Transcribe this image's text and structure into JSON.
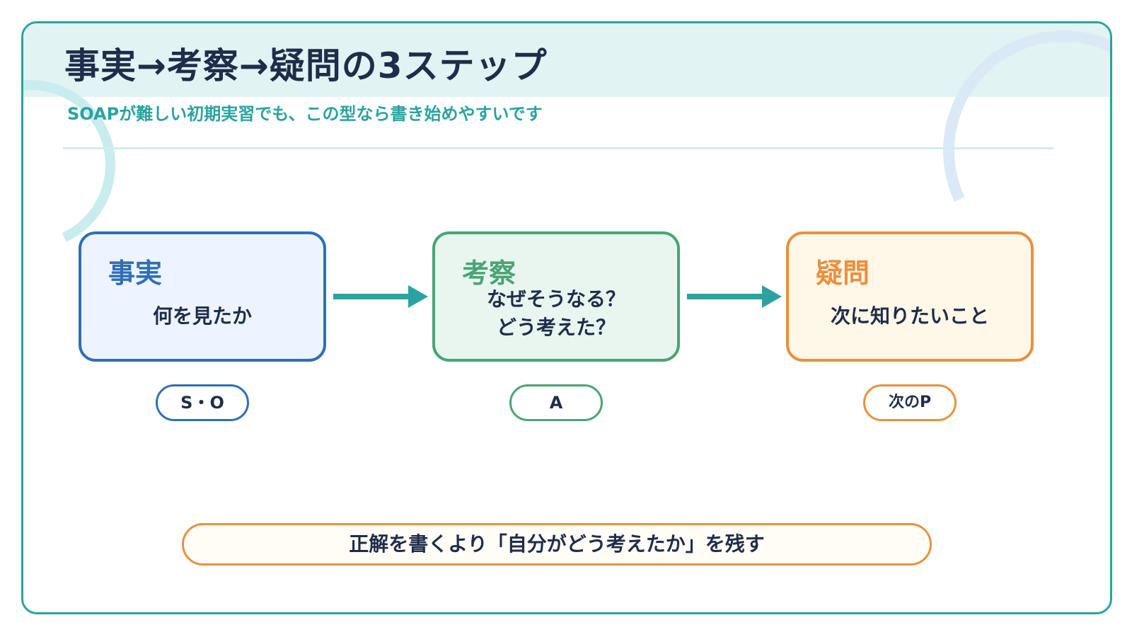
{
  "header": {
    "title": "事実→考察→疑問の3ステップ",
    "subtitle": "SOAPが難しい初期実習でも、この型なら書き始めやすいです"
  },
  "steps": [
    {
      "heading": "事実",
      "description": "何を見たか",
      "tag": "S・O",
      "color": "#2f6fb5"
    },
    {
      "heading": "考察",
      "description_lines": [
        "なぜそうなる？",
        "どう考えた？"
      ],
      "tag": "A",
      "color": "#4aa477"
    },
    {
      "heading": "疑問",
      "description": "次に知りたいこと",
      "tag": "次のP",
      "color": "#e8913f"
    }
  ],
  "summary": "正解を書くより「自分がどう考えたか」を残す",
  "colors": {
    "accent": "#2aa3a0",
    "title_text": "#1f2d4a",
    "facts": "#2f6fb5",
    "reflection": "#4aa477",
    "question": "#e8913f"
  }
}
